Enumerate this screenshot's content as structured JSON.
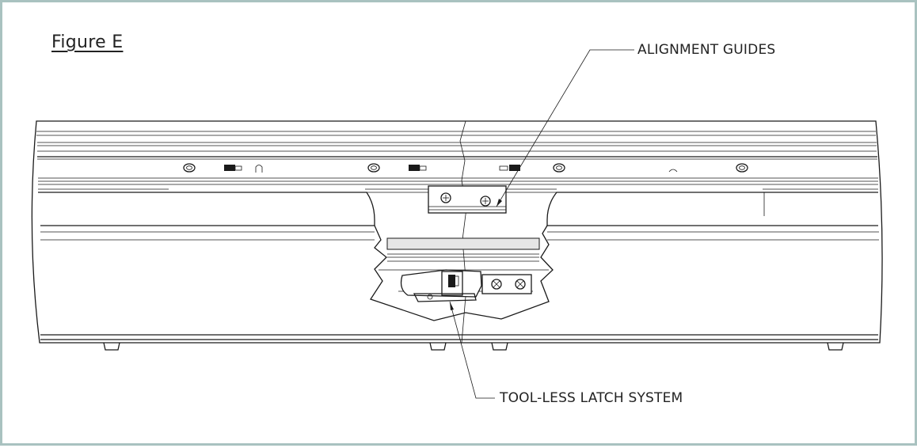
{
  "figure": {
    "title": "Figure E"
  },
  "callouts": {
    "alignment_guides": "ALIGNMENT GUIDES",
    "latch_system": "TOOL-LESS LATCH SYSTEM"
  },
  "colors": {
    "border": "#a9c2c0",
    "line": "#1a1a1a",
    "background": "#ffffff"
  }
}
